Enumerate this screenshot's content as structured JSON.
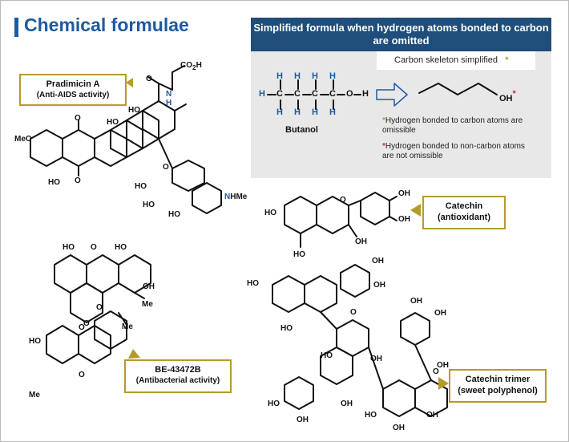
{
  "page": {
    "title": "Chemical formulae"
  },
  "simplified_panel": {
    "heading": "Simplified formula when hydrogen atoms bonded to carbon are omitted",
    "carbon_skeleton_label": "Carbon skeleton simplified",
    "butanol_label": "Butanol",
    "oh_label": "OH",
    "note_carbon": "Hydrogen bonded to carbon atoms are omissible",
    "note_noncarbon": "Hydrogen bonded to non-carbon atoms are not omissible"
  },
  "callouts": {
    "pradimicin": {
      "name": "Pradimicin A",
      "activity": "(Anti-AIDS activity)"
    },
    "catechin": {
      "name": "Catechin",
      "activity": "(antioxidant)"
    },
    "be43472b": {
      "name": "BE-43472B",
      "activity": "(Antibacterial activity)"
    },
    "trimer": {
      "name": "Catechin trimer",
      "activity": "(sweet polyphenol)"
    }
  },
  "atom_labels": {
    "oh": "OH",
    "ho": "HO",
    "o": "O",
    "meo": "MeO",
    "me": "Me",
    "co2h": "CO2H",
    "nh": "N\nH",
    "nhme": "NHMe",
    "h": "H",
    "c": "C"
  },
  "colors": {
    "title_blue": "#1d5aa0",
    "panel_header": "#1f4e7a",
    "callout_border": "#b79a2a",
    "hydrogen_blue": "#1d5aa0",
    "star_red": "#d3264a",
    "nitrogen_blue": "#1d5aa0"
  }
}
